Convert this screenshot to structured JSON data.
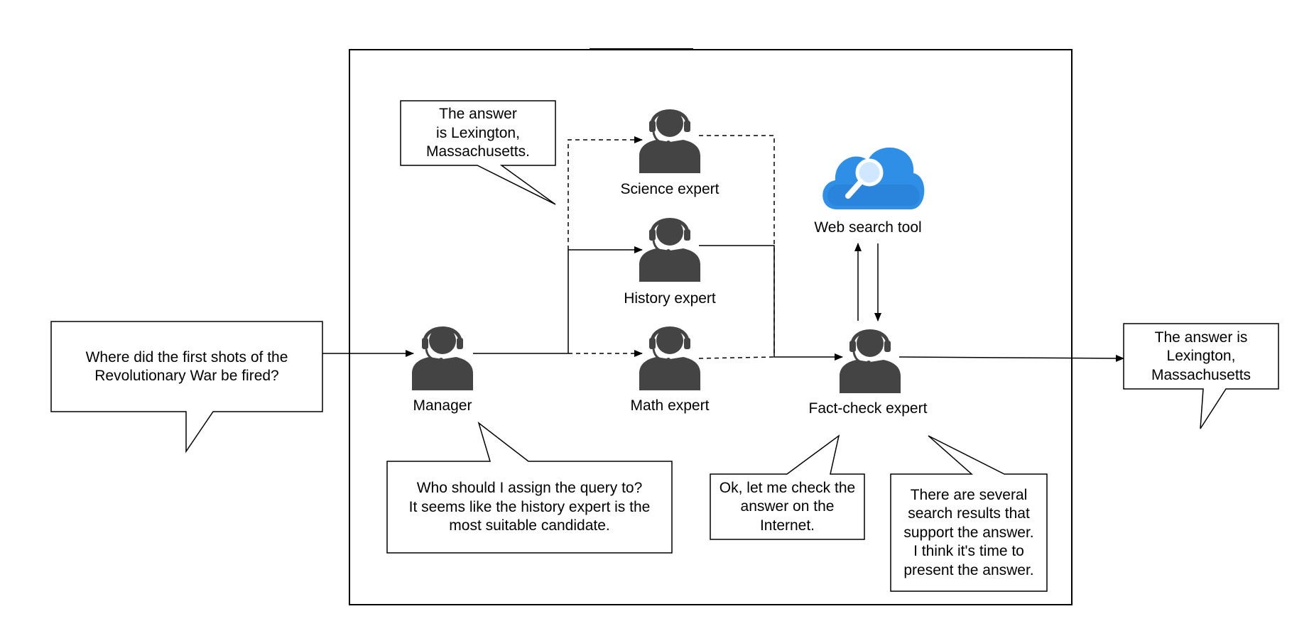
{
  "query": {
    "lines": [
      "Where did the first shots of the",
      "Revolutionary War be fired?"
    ]
  },
  "agents": {
    "manager": "Manager",
    "science": "Science expert",
    "history": "History expert",
    "math": "Math expert",
    "factcheck": "Fact-check expert"
  },
  "tool": {
    "label": "Web search tool",
    "icon": "cloud-search-icon",
    "color": "#2f8fe6"
  },
  "bubbles": {
    "science_answer": [
      "The answer",
      "is Lexington,",
      "Massachusetts."
    ],
    "manager_thought": [
      "Who should I assign the query to?",
      "It seems like the history expert is the",
      "most suitable candidate."
    ],
    "factcheck_check": [
      "Ok, let me check the",
      "answer on the",
      "Internet."
    ],
    "factcheck_result": [
      "There are several",
      "search results that",
      "support the answer.",
      "I think it's time to",
      "present the answer."
    ],
    "final_answer": [
      "The answer is",
      "Lexington,",
      "Massachusetts"
    ]
  }
}
